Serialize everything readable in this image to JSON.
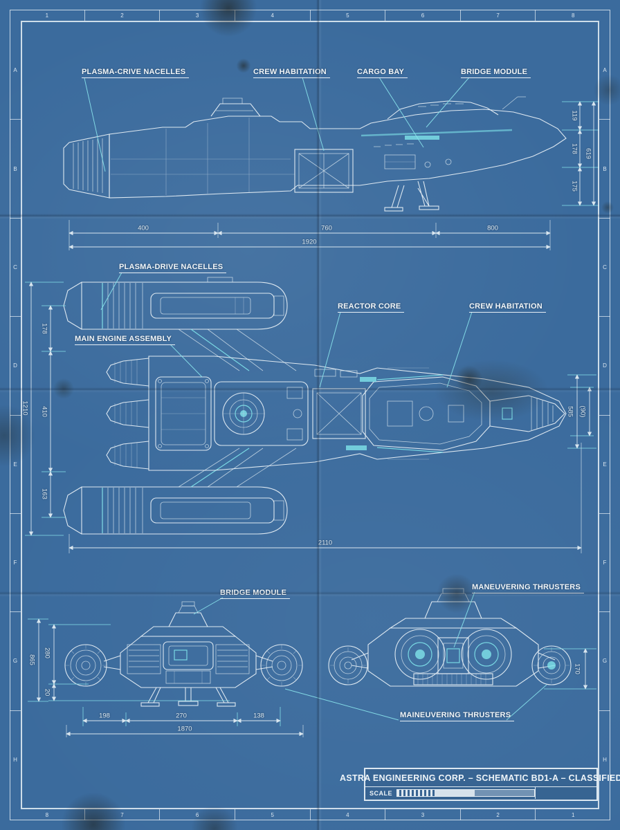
{
  "palette": {
    "paper": "#3b6b9d",
    "line": "#e7eff5",
    "accent": "#7fe3ea"
  },
  "border": {
    "top_numbers": [
      "1",
      "2",
      "3",
      "4",
      "5",
      "6",
      "7",
      "8"
    ],
    "bottom_numbers": [
      "8",
      "7",
      "6",
      "5",
      "4",
      "3",
      "2",
      "1"
    ],
    "left_letters": [
      "A",
      "B",
      "C",
      "D",
      "E",
      "F",
      "G",
      "H"
    ],
    "right_letters": [
      "A",
      "B",
      "C",
      "D",
      "E",
      "F",
      "G",
      "H"
    ]
  },
  "title_block": {
    "title": "ASTRA ENGINEERING CORP. – SCHEMATIC BD1-A – CLASSIFIED",
    "scale_label": "SCALE"
  },
  "side_view": {
    "label_nacelles": "PLASMA-CRIVE NACELLES",
    "label_crew": "CREW HABITATION",
    "label_cargo": "CARGO BAY",
    "label_bridge": "BRIDGE MODULE",
    "dim_seg1": "400",
    "dim_seg2": "760",
    "dim_seg3": "800",
    "dim_total": "1920",
    "dim_r1": "119",
    "dim_r2": "178",
    "dim_r3": "175",
    "dim_r_total": "619"
  },
  "plan_view": {
    "label_nacelles": "PLASMA-DRIVE NACELLES",
    "label_engine": "MAIN ENGINE ASSEMBLY",
    "label_reactor": "REACTOR CORE",
    "label_crew": "CREW HABITATION",
    "dim_l1": "178",
    "dim_l2": "410",
    "dim_l3": "163",
    "dim_l_total": "1210",
    "dim_r1": "585",
    "dim_r2": "(90)",
    "dim_bottom": "2110"
  },
  "front_view": {
    "label_bridge": "BRIDGE MODULE",
    "dim_l_total": "865",
    "dim_l1": "280",
    "dim_l2": "20",
    "dim_b1": "198",
    "dim_b2": "270",
    "dim_b3": "138",
    "dim_b_total": "1870"
  },
  "rear_view": {
    "label_thrusters_top": "MANEUVERING THRUSTERS",
    "label_thrusters_bottom": "MAINEUVERING THRUSTERS",
    "dim_r1": "170"
  }
}
